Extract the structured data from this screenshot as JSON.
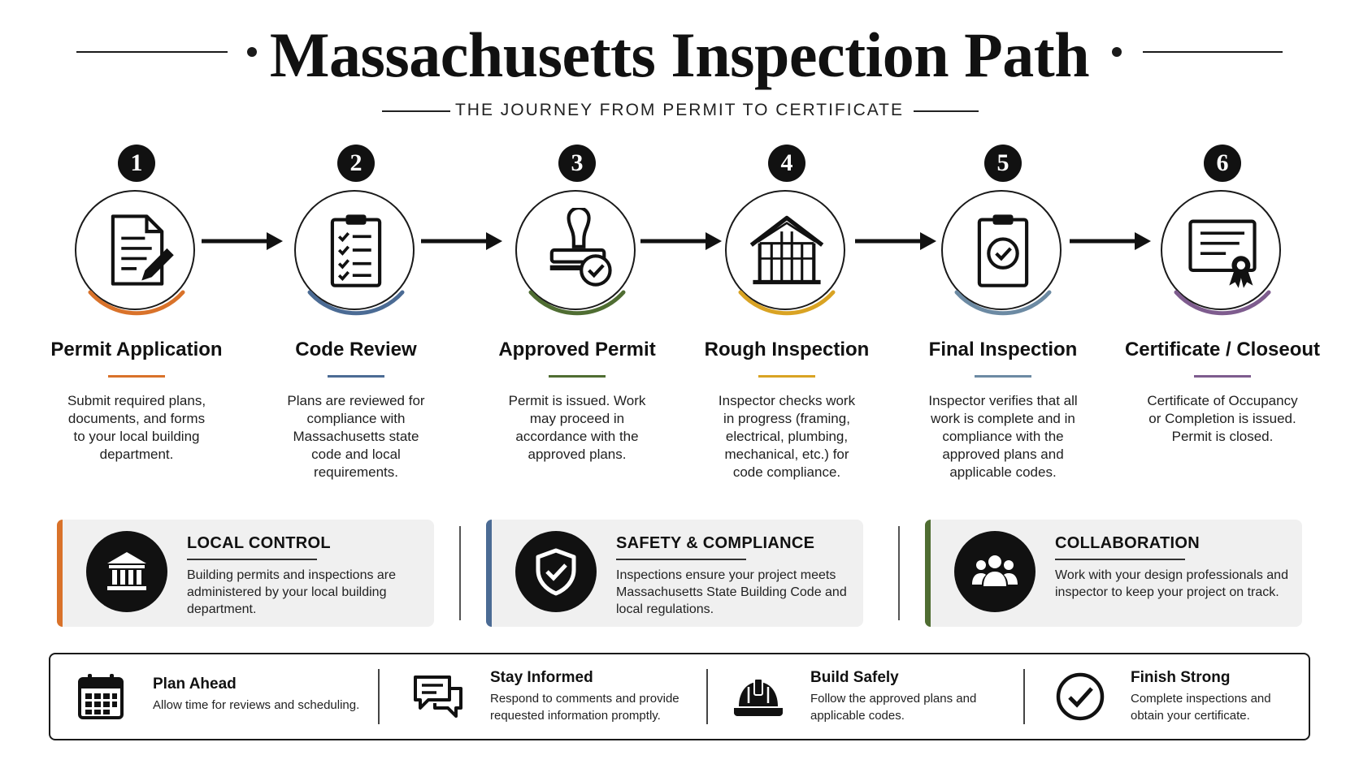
{
  "title": "Massachusetts Inspection Path",
  "subtitle": "THE JOURNEY FROM PERMIT TO CERTIFICATE",
  "steps": [
    {
      "num": "1",
      "title": "Permit Application",
      "desc": "Submit required plans, documents, and forms to your local building department.",
      "color": "#d9722a",
      "icon": "document-pencil-icon"
    },
    {
      "num": "2",
      "title": "Code Review",
      "desc": "Plans are reviewed for compliance with Massachusetts state code and local requirements.",
      "color": "#4b6b94",
      "icon": "clipboard-checklist-icon"
    },
    {
      "num": "3",
      "title": "Approved Permit",
      "desc": "Permit is issued. Work may proceed in accordance with the approved plans.",
      "color": "#4f6d32",
      "icon": "stamp-check-icon"
    },
    {
      "num": "4",
      "title": "Rough Inspection",
      "desc": "Inspector checks work in progress (framing, electrical, plumbing, mechanical, etc.) for code compliance.",
      "color": "#d9a323",
      "icon": "house-framing-icon"
    },
    {
      "num": "5",
      "title": "Final Inspection",
      "desc": "Inspector verifies that all work is complete and in compliance with the approved plans and applicable codes.",
      "color": "#6c8aa3",
      "icon": "clipboard-check-icon"
    },
    {
      "num": "6",
      "title": "Certificate / Closeout",
      "desc": "Certificate of Occupancy or Completion is issued. Permit is closed.",
      "color": "#7e5c8e",
      "icon": "certificate-ribbon-icon"
    }
  ],
  "pillars": [
    {
      "title": "LOCAL CONTROL",
      "desc": "Building permits and inspections are administered by your local building department.",
      "color": "#d9722a",
      "icon": "building-columns-icon"
    },
    {
      "title": "SAFETY & COMPLIANCE",
      "desc": "Inspections ensure your project meets Massachusetts State Building Code and local regulations.",
      "color": "#4b6b94",
      "icon": "shield-check-icon"
    },
    {
      "title": "COLLABORATION",
      "desc": "Work with your design professionals and inspector to keep your project on track.",
      "color": "#4f6d32",
      "icon": "people-group-icon"
    }
  ],
  "tips": [
    {
      "title": "Plan Ahead",
      "desc": "Allow time for reviews and scheduling.",
      "icon": "calendar-icon"
    },
    {
      "title": "Stay Informed",
      "desc": "Respond to comments and provide requested information promptly.",
      "icon": "chat-bubbles-icon"
    },
    {
      "title": "Build Safely",
      "desc": "Follow the approved plans and applicable codes.",
      "icon": "hard-hat-icon"
    },
    {
      "title": "Finish Strong",
      "desc": "Complete inspections and obtain your certificate.",
      "icon": "check-circle-icon"
    }
  ]
}
